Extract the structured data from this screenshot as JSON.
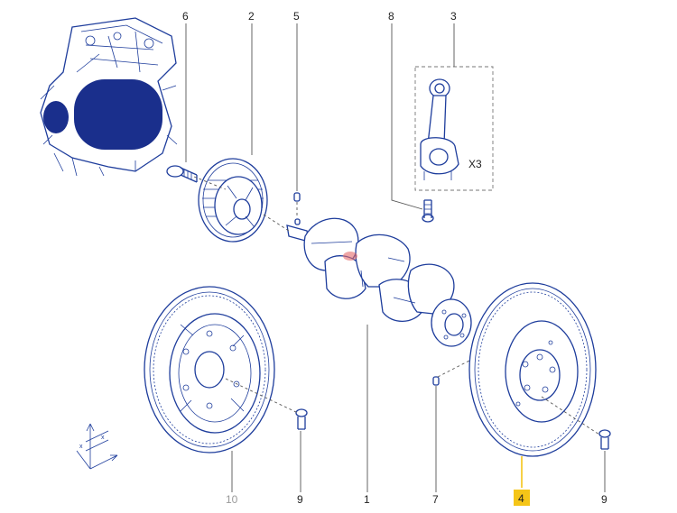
{
  "callouts": {
    "c1": "1",
    "c2": "2",
    "c3": "3",
    "c4": "4",
    "c5": "5",
    "c6": "6",
    "c7": "7",
    "c8": "8",
    "c9a": "9",
    "c9b": "9",
    "c10": "10"
  },
  "quantity_label": "X3",
  "highlighted_callout": "4",
  "colors": {
    "line": "#1e3d9c",
    "highlight": "#f5c518",
    "engine_fill": "#1a2f8c",
    "faded_label": "#9a9a9a"
  }
}
